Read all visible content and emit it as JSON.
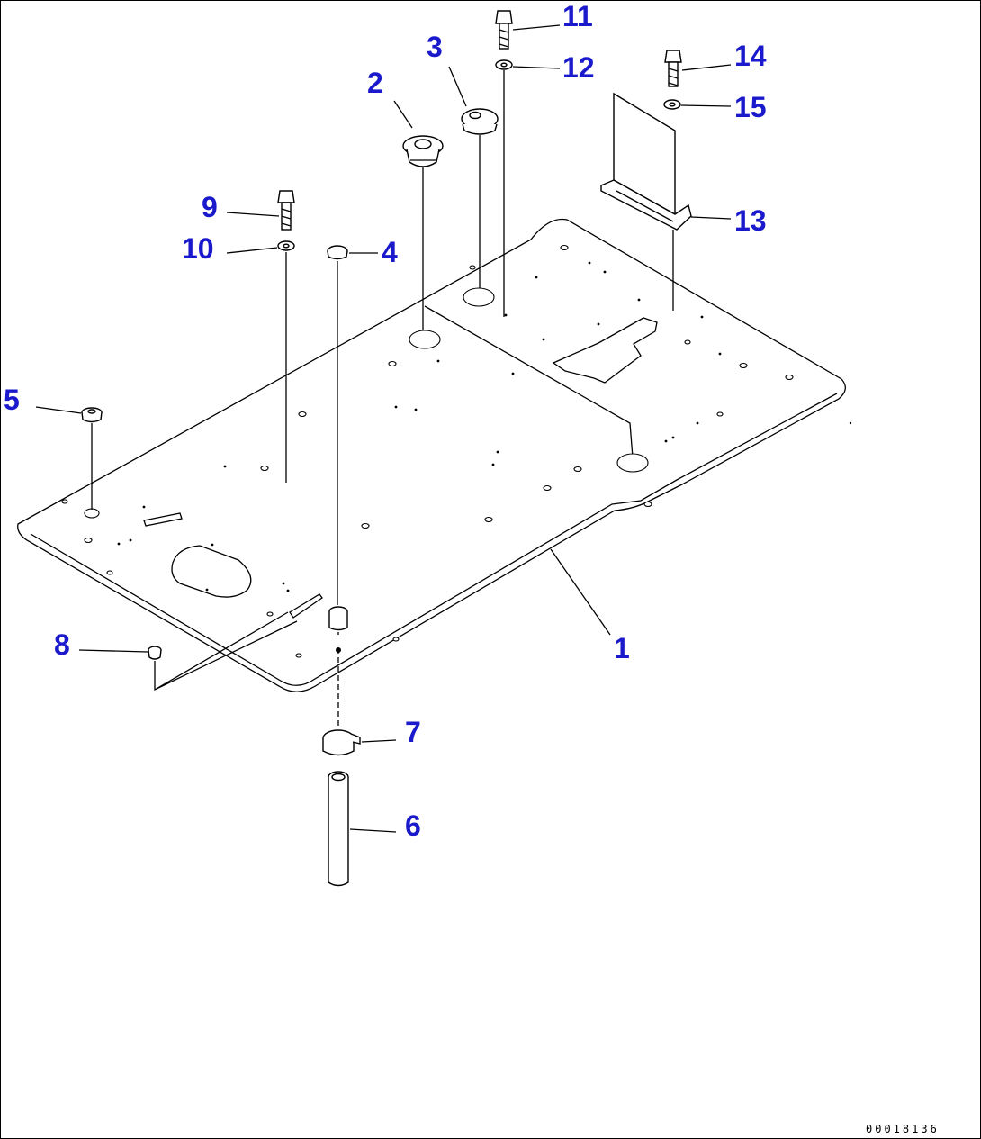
{
  "drawing_number": "00018136",
  "callouts": [
    {
      "id": "1",
      "label": "1"
    },
    {
      "id": "2",
      "label": "2"
    },
    {
      "id": "3",
      "label": "3"
    },
    {
      "id": "4",
      "label": "4"
    },
    {
      "id": "5",
      "label": "5"
    },
    {
      "id": "6",
      "label": "6"
    },
    {
      "id": "7",
      "label": "7"
    },
    {
      "id": "8",
      "label": "8"
    },
    {
      "id": "9",
      "label": "9"
    },
    {
      "id": "10",
      "label": "10"
    },
    {
      "id": "11",
      "label": "11"
    },
    {
      "id": "12",
      "label": "12"
    },
    {
      "id": "13",
      "label": "13"
    },
    {
      "id": "14",
      "label": "14"
    },
    {
      "id": "15",
      "label": "15"
    }
  ],
  "colors": {
    "callout": "#1a1acc",
    "line": "#000000",
    "background": "#ffffff"
  }
}
